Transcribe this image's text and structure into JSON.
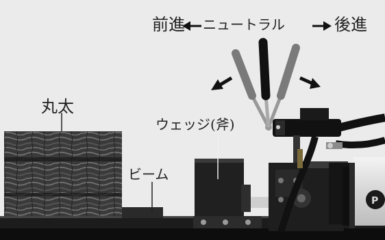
{
  "labels": {
    "forward": "前進",
    "neutral": "ニュートラル",
    "reverse": "後進",
    "log": "丸太",
    "wedge": "ウェッジ(斧)",
    "beam": "ビーム"
  },
  "colors": {
    "background": "#ebebeb",
    "handle_black": "#111111",
    "handle_gray": "#7a7a7a",
    "machine_dark": "#1c1c1c",
    "log_bark": "#3a3a3a"
  },
  "icons": [
    "arrow-left-icon",
    "arrow-right-icon"
  ]
}
